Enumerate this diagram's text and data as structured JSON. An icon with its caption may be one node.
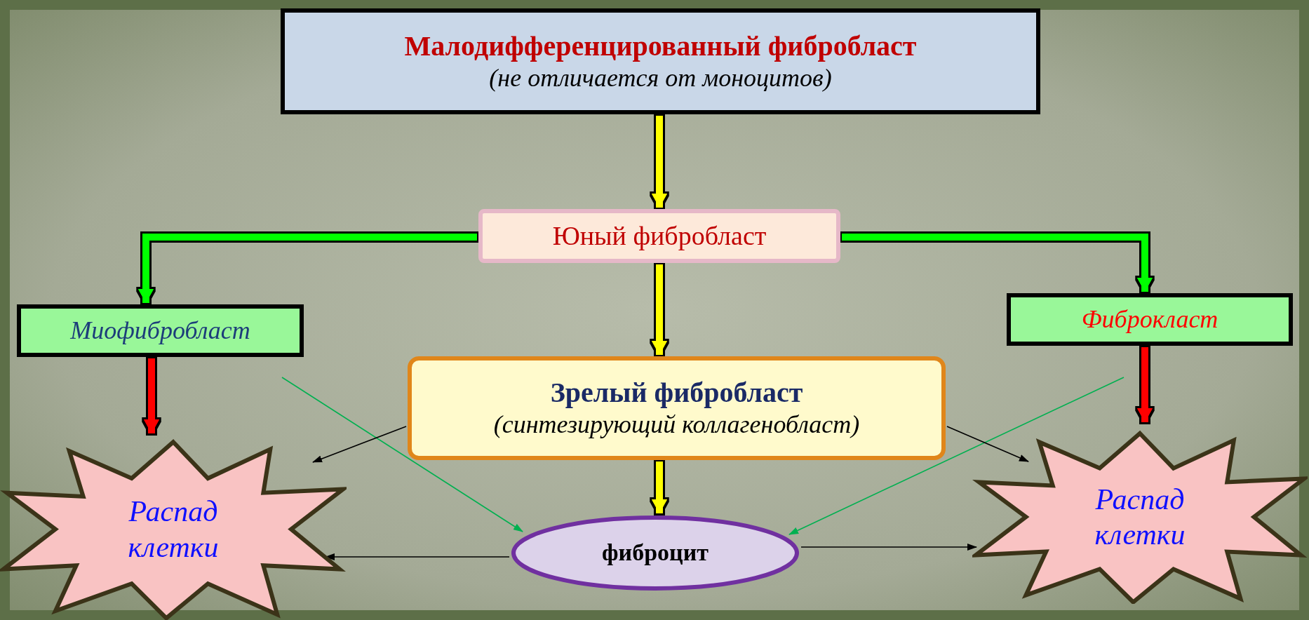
{
  "diagram": {
    "nodes": [
      {
        "text": [
          "Малодифференцированный фибробласт",
          "(не отличается от моноцитов)"
        ]
      },
      {
        "text": [
          "Юный фибробласт"
        ]
      },
      {
        "text": [
          "Миофибробласт"
        ]
      },
      {
        "text": [
          "Фиброкласт"
        ]
      },
      {
        "text": [
          "Зрелый фибробласт",
          "(синтезирующий коллагенобласт)"
        ]
      },
      {
        "text": [
          "Распад клетки"
        ]
      },
      {
        "text": [
          "фиброцит"
        ]
      },
      {
        "text": [
          "Распад клетки"
        ]
      }
    ],
    "edges": [
      {
        "from": 0,
        "to": 1,
        "arrow": "to",
        "color": "#ffff00"
      },
      {
        "from": 1,
        "to": 2,
        "arrow": "to",
        "color": "#00ff00"
      },
      {
        "from": 1,
        "to": 3,
        "arrow": "to",
        "color": "#00ff00"
      },
      {
        "from": 1,
        "to": 4,
        "arrow": "to",
        "color": "#ffff00"
      },
      {
        "from": 2,
        "to": 5,
        "arrow": "to",
        "color": "#ff0000"
      },
      {
        "from": 3,
        "to": 7,
        "arrow": "to",
        "color": "#ff0000"
      },
      {
        "from": 2,
        "to": 6,
        "arrow": "to",
        "color": "#00b050"
      },
      {
        "from": 3,
        "to": 6,
        "arrow": "to",
        "color": "#00b050"
      },
      {
        "from": 4,
        "to": 5,
        "arrow": "to"
      },
      {
        "from": 4,
        "to": 7,
        "arrow": "to"
      },
      {
        "from": 4,
        "to": 6,
        "arrow": "to",
        "color": "#ffff00"
      },
      {
        "from": 6,
        "to": 5,
        "arrow": "to"
      },
      {
        "from": 6,
        "to": 7,
        "arrow": "to"
      }
    ]
  }
}
